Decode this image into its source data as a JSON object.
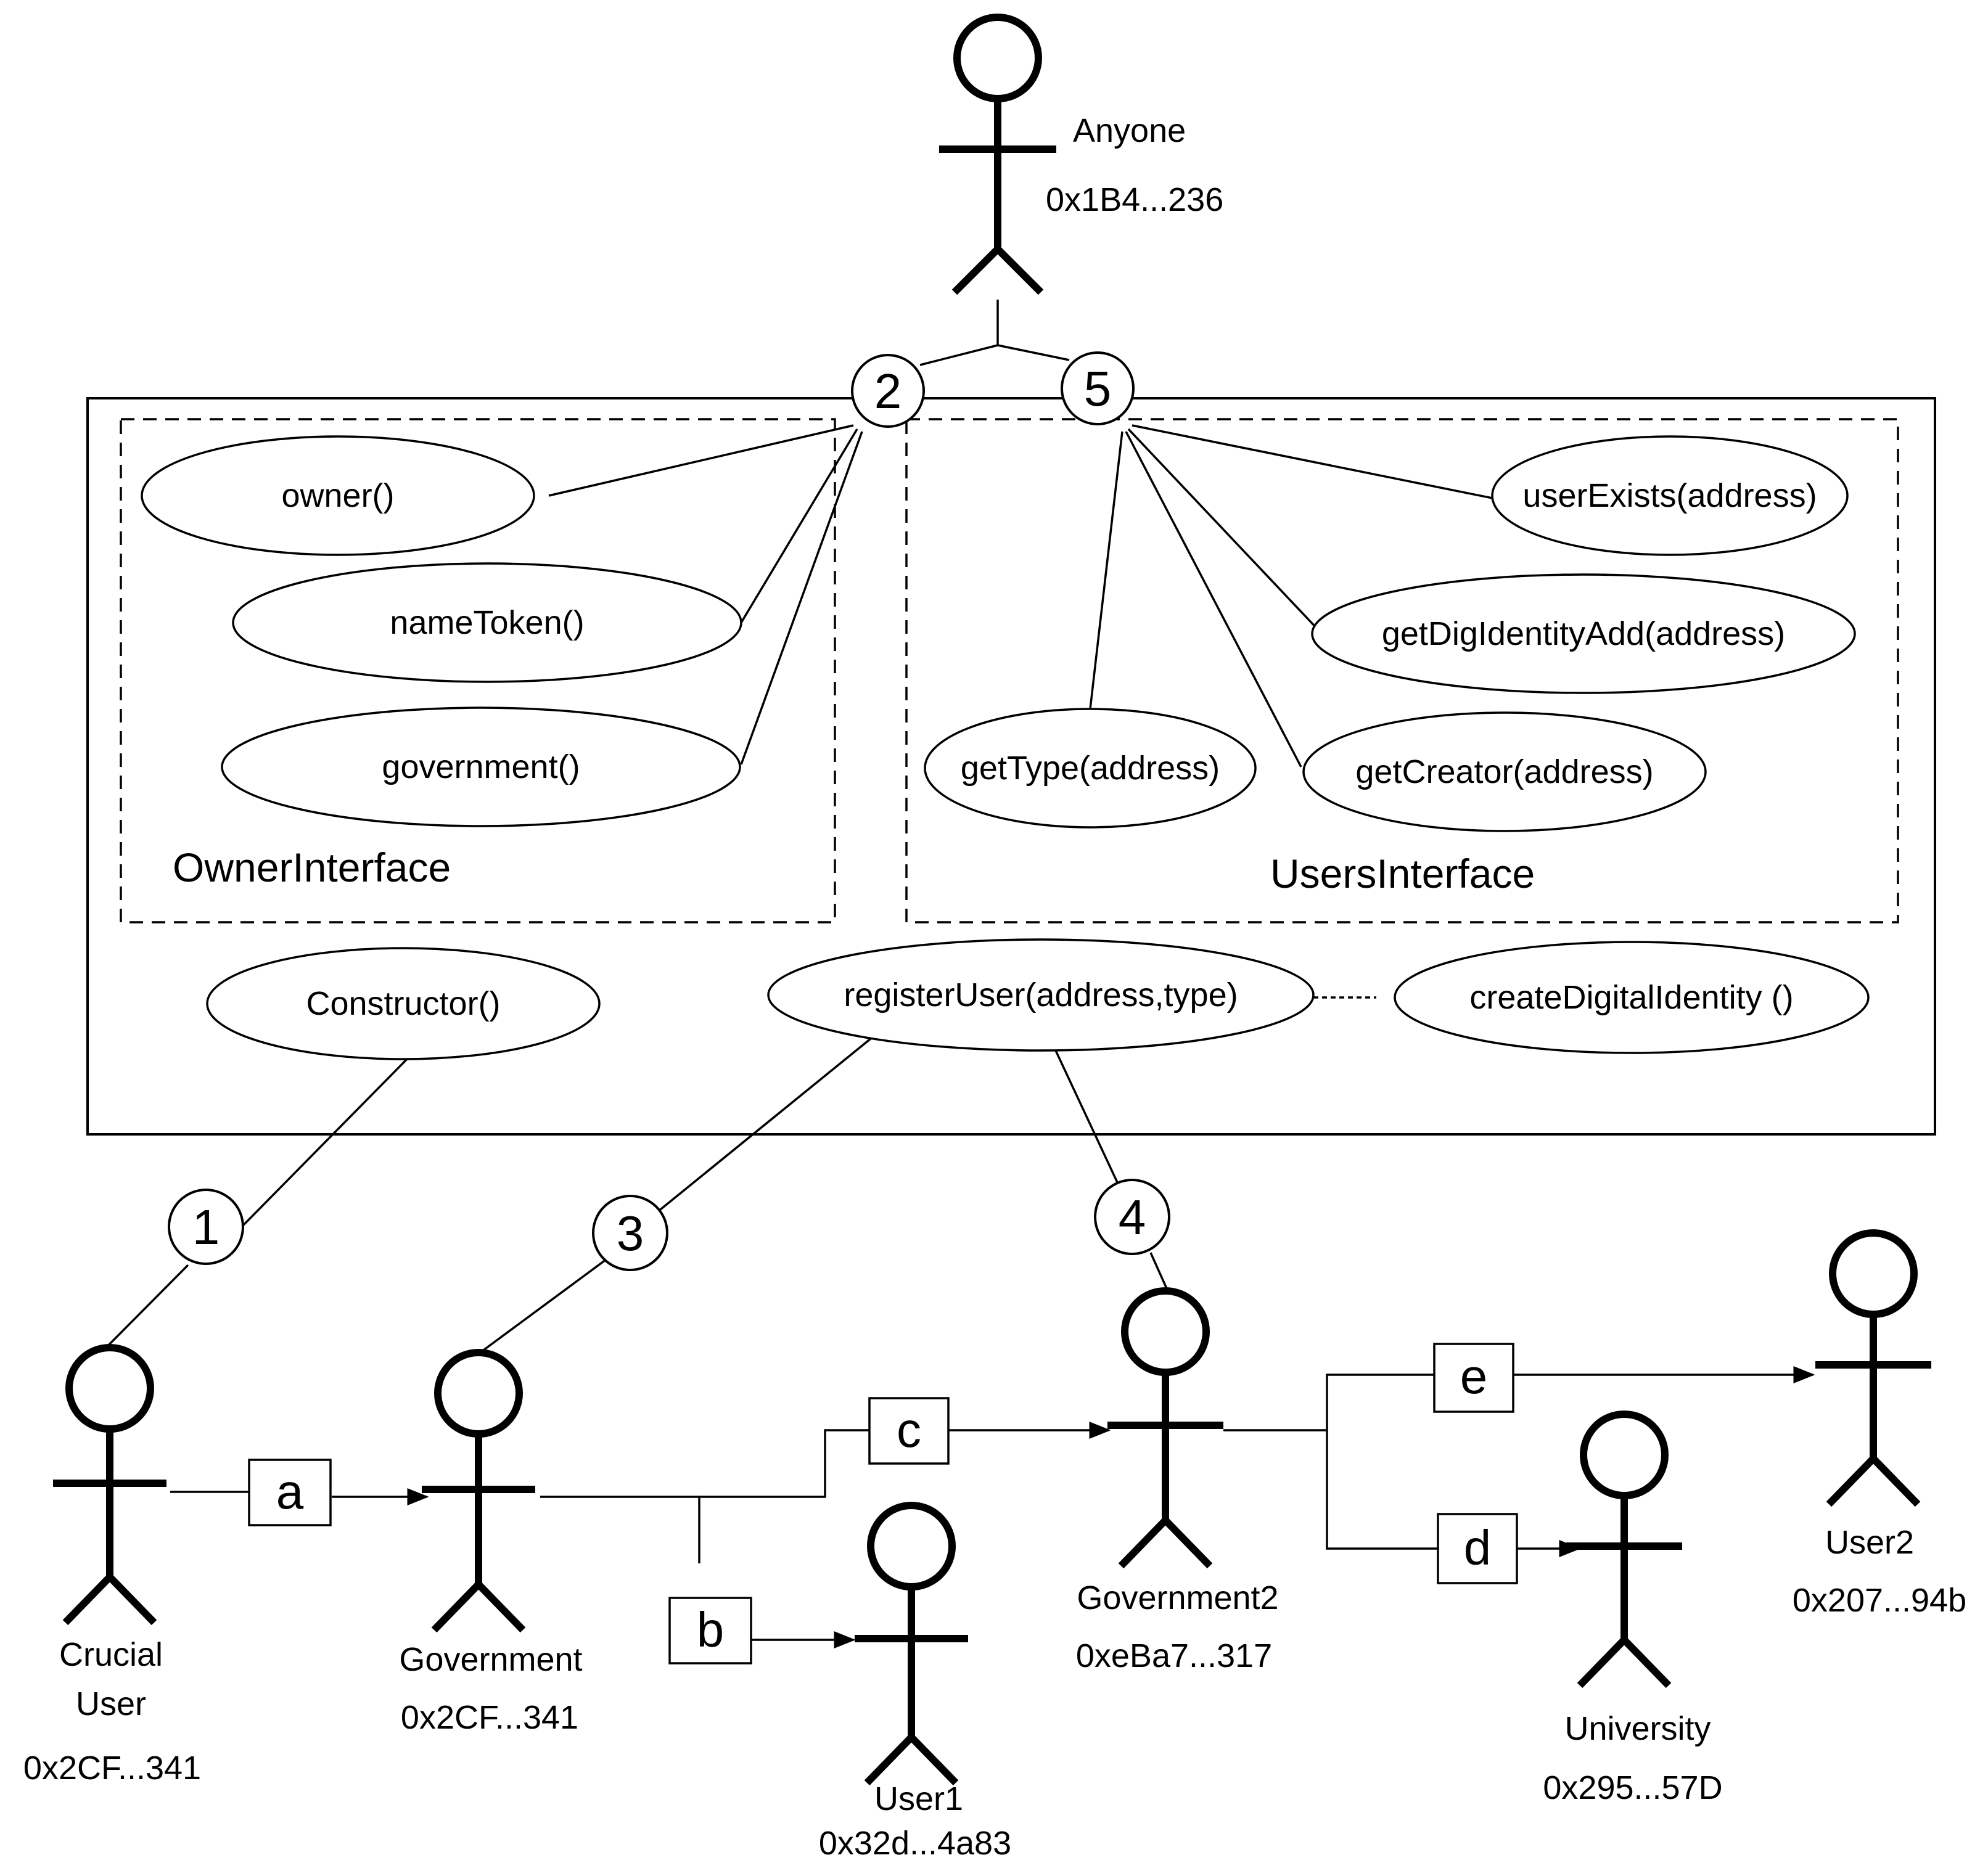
{
  "interfaces": {
    "owner": {
      "label": "OwnerInterface",
      "methods": [
        "owner()",
        "nameToken()",
        "government()"
      ]
    },
    "users": {
      "label": "UsersInterface",
      "methods": [
        "userExists(address)",
        "getDigIdentityAdd(address)",
        "getType(address)",
        "getCreator(address)"
      ]
    }
  },
  "methods": {
    "constructor": "Constructor()",
    "register_user": "registerUser(address,type)",
    "create_identity": "createDigitalIdentity ()"
  },
  "steps": [
    "1",
    "2",
    "3",
    "4",
    "5"
  ],
  "edge_labels": [
    "a",
    "b",
    "c",
    "d",
    "e"
  ],
  "actors": {
    "anyone": {
      "name": "Anyone",
      "address": "0x1B4...236"
    },
    "crucial_user": {
      "name_line1": "Crucial",
      "name_line2": "User",
      "address": "0x2CF...341"
    },
    "government": {
      "name": "Government",
      "address": "0x2CF...341"
    },
    "user1": {
      "name": "User1",
      "address": "0x32d...4a83"
    },
    "government2": {
      "name": "Government2",
      "address": "0xeBa7...317"
    },
    "university": {
      "name": "University",
      "address": "0x295...57D"
    },
    "user2": {
      "name": "User2",
      "address": "0x207...94b"
    }
  }
}
